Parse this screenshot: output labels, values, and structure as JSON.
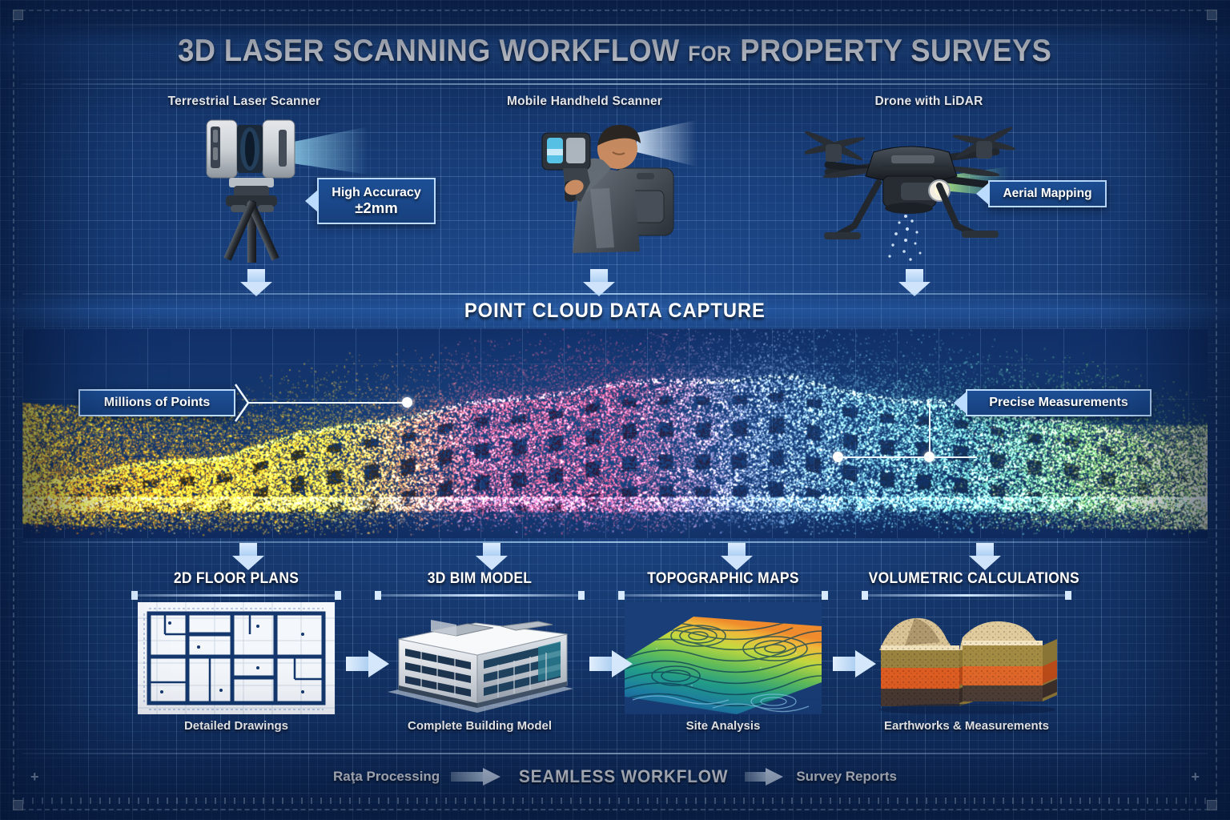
{
  "title": {
    "main": "3D LASER SCANNING WORKFLOW",
    "connector": "FOR",
    "tail": "PROPERTY SURVEYS"
  },
  "devices": [
    {
      "label": "Terrestrial Laser Scanner",
      "icon": "tripod-scanner-icon"
    },
    {
      "label": "Mobile Handheld Scanner",
      "icon": "handheld-scanner-operator-icon"
    },
    {
      "label": "Drone with LiDAR",
      "icon": "lidar-drone-icon"
    }
  ],
  "callouts": {
    "accuracy_line1": "High Accuracy",
    "accuracy_line2": "±2mm",
    "aerial": "Aerial Mapping",
    "millions": "Millions of Points",
    "precise": "Precise Measurements"
  },
  "cloud_band": {
    "heading": "POINT CLOUD DATA CAPTURE"
  },
  "outputs": [
    {
      "title": "2D FLOOR PLANS",
      "caption": "Detailed Drawings",
      "icon": "floor-plan-icon"
    },
    {
      "title": "3D BIM MODEL",
      "caption": "Complete Building Model",
      "icon": "bim-building-icon"
    },
    {
      "title": "TOPOGRAPHIC MAPS",
      "caption": "Site Analysis",
      "icon": "topographic-map-icon"
    },
    {
      "title": "VOLUMETRIC CALCULATIONS",
      "caption": "Earthworks & Measurements",
      "icon": "soil-strata-icon"
    }
  ],
  "footer": {
    "left": "Raţa Processing",
    "center": "SEAMLESS WORKFLOW",
    "right": "Survey Reports"
  },
  "colors": {
    "blueprint_bg": "#15356a",
    "grid_line": "#9ecbff",
    "accent_white": "#eef6ff",
    "callout_fill": "#1d4f96",
    "beam_cyan": "#7fd6f5"
  }
}
